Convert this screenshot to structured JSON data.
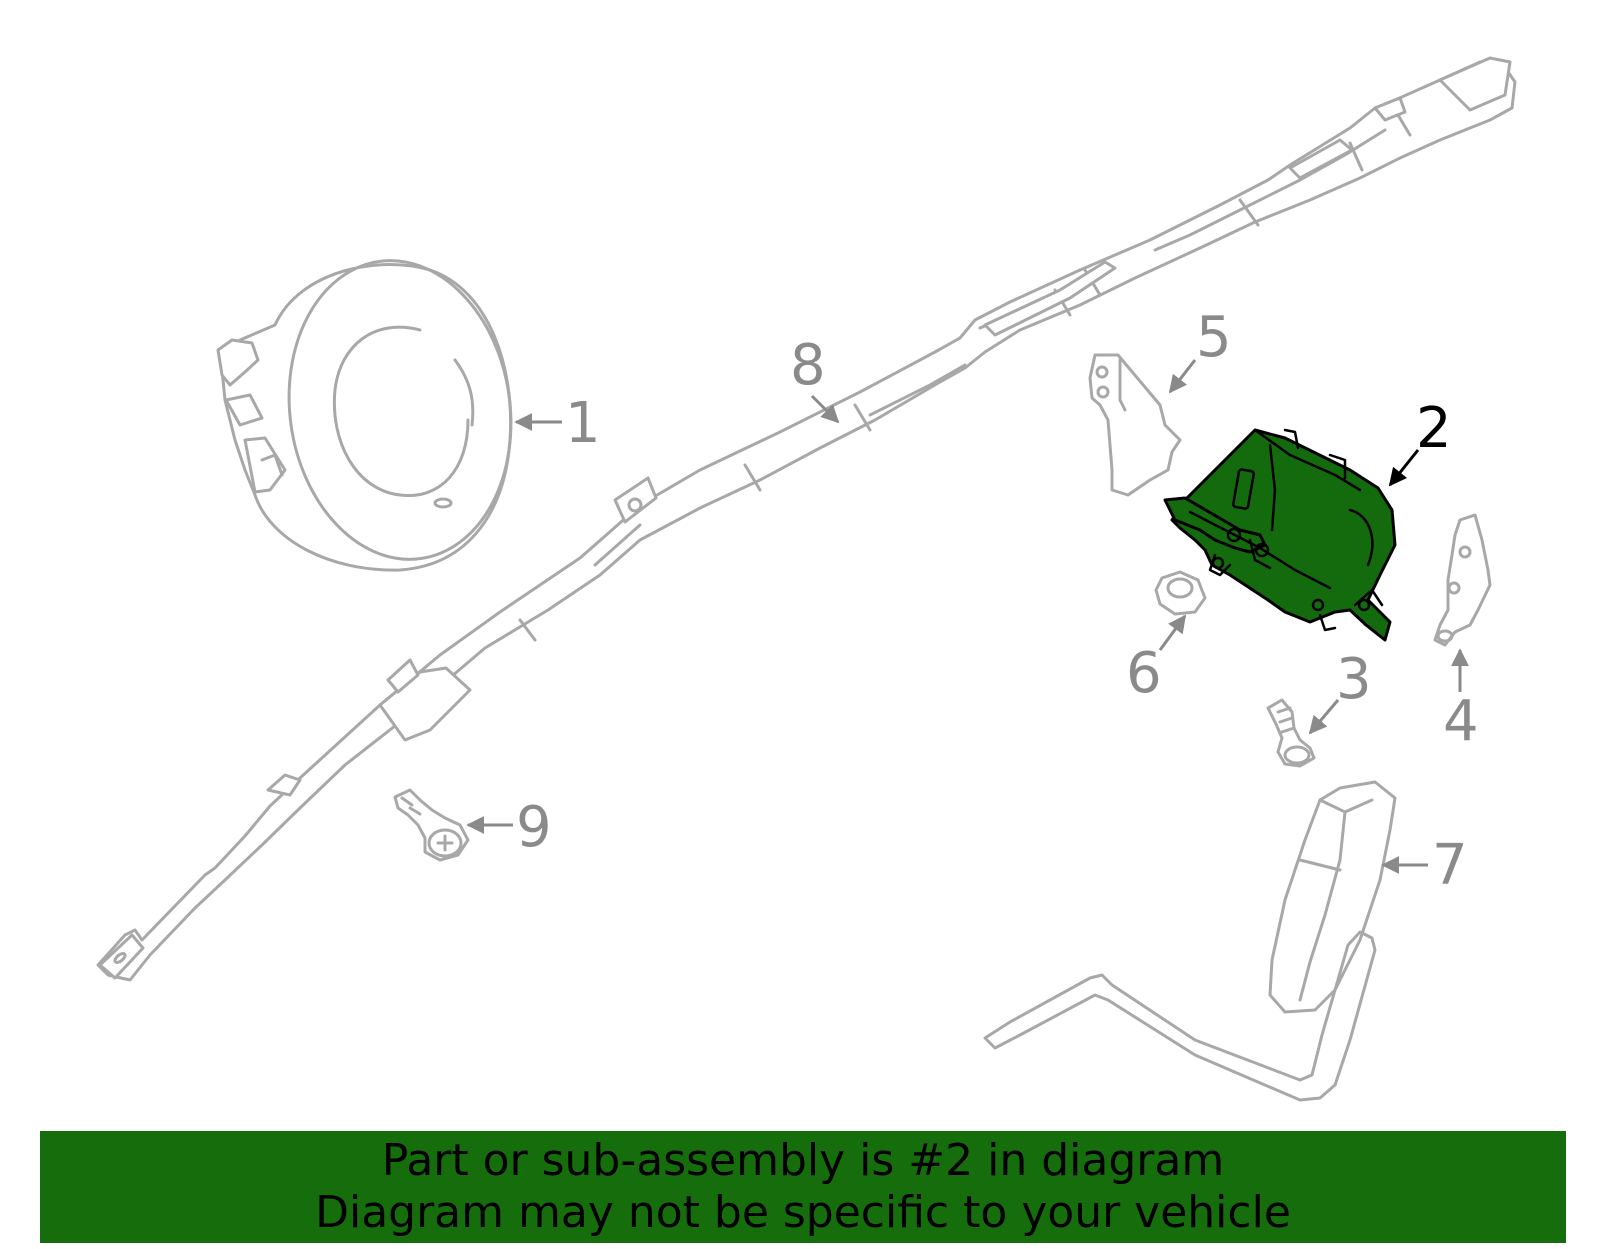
{
  "diagram": {
    "callouts": {
      "c1": "1",
      "c2": "2",
      "c3": "3",
      "c4": "4",
      "c5": "5",
      "c6": "6",
      "c7": "7",
      "c8": "8",
      "c9": "9"
    },
    "highlighted_part": "2",
    "colors": {
      "highlight_fill": "#146b0d",
      "outline": "#a8a8a8",
      "callout": "#8a8a8a",
      "banner_bg": "#166d0c"
    }
  },
  "banner": {
    "line1": "Part or sub-assembly is #2 in diagram",
    "line2": "Diagram may not be specific to your vehicle"
  }
}
